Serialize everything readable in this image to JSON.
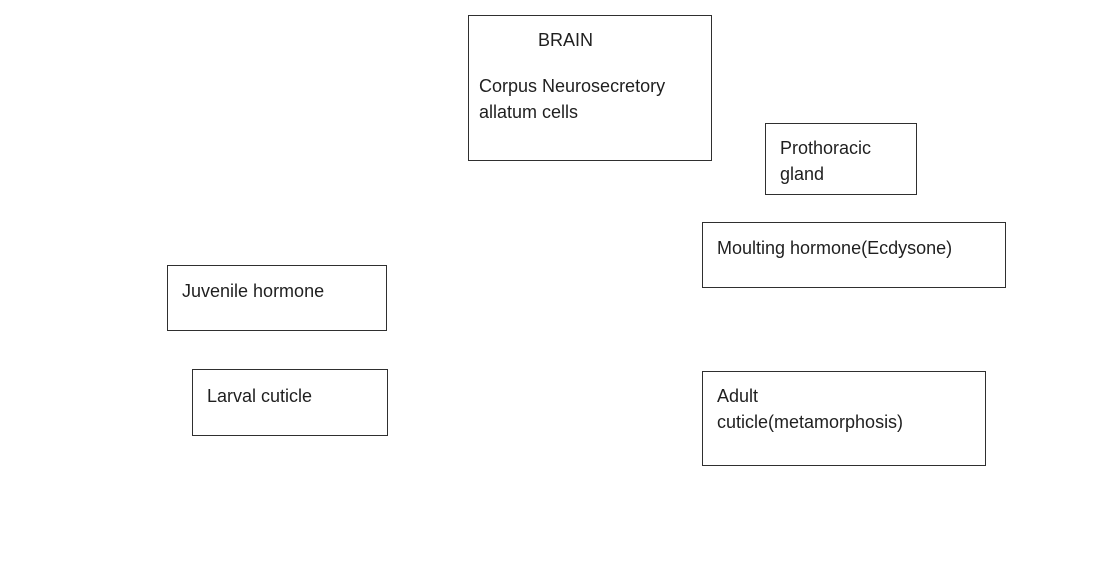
{
  "page": {
    "background_color": "#ffffff",
    "box_border_color": "#2f2f2f",
    "text_color": "#1f1f1f"
  },
  "diagram": {
    "type": "flow-diagram",
    "topic": "Insect moulting and metamorphosis hormonal control",
    "boxes": {
      "brain": {
        "title": "BRAIN",
        "line1": "Corpus Neurosecretory",
        "line2": "allatum cells"
      },
      "prothoracic": {
        "line1": "Prothoracic",
        "line2": "gland"
      },
      "moulting": {
        "line1": "Moulting hormone(Ecdysone)"
      },
      "juvenile": {
        "line1": "Juvenile hormone"
      },
      "larval": {
        "line1": "Larval cuticle"
      },
      "adult": {
        "line1": "Adult",
        "line2": "cuticle(metamorphosis)"
      }
    }
  }
}
